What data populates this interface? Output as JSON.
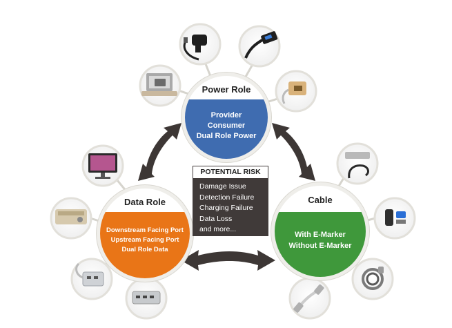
{
  "power_role": {
    "title": "Power Role",
    "items": [
      "Provider",
      "Consumer",
      "Dual Role Power"
    ],
    "color": "#3f6cb0"
  },
  "data_role": {
    "title": "Data Role",
    "items": [
      "Downstream Facing Port",
      "Upstream Facing Port",
      "Dual Role Data"
    ],
    "color": "#e97517"
  },
  "cable": {
    "title": "Cable",
    "items": [
      "With E-Marker",
      "Without E-Marker"
    ],
    "color": "#3f983b"
  },
  "potential_risk": {
    "title": "POTENTIAL RISK",
    "items": [
      "Damage Issue",
      "Detection Failure",
      "Charging Failure",
      "Data Loss",
      "and more..."
    ]
  },
  "device_icons": {
    "power_role": [
      "laptop-charging-icon",
      "car-charger-icon",
      "usb-c-adapter-icon",
      "usb-c-ethernet-adapter-icon"
    ],
    "data_role": [
      "monitor-icon",
      "projector-icon",
      "usb-c-hub-icon",
      "docking-station-icon"
    ],
    "cable": [
      "laptop-cable-icon",
      "usb-flash-drive-icon",
      "braided-cable-icon",
      "usb-c-cable-icon"
    ]
  },
  "arrow_color": "#3d3735"
}
